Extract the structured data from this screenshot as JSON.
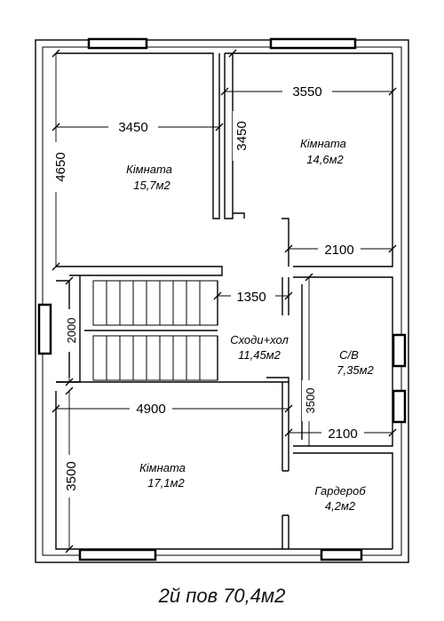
{
  "plan": {
    "caption": "2й пов 70,4м2",
    "rooms": {
      "room_top_left": {
        "name": "Кімната",
        "area": "15,7м2"
      },
      "room_top_right": {
        "name": "Кімната",
        "area": "14,6м2"
      },
      "stairs_hall": {
        "name": "Сходи+хол",
        "area": "11,45м2"
      },
      "bathroom": {
        "name": "С/В",
        "area": "7,35м2"
      },
      "room_bottom": {
        "name": "Кімната",
        "area": "17,1м2"
      },
      "wardrobe": {
        "name": "Гардероб",
        "area": "4,2м2"
      }
    },
    "dimensions": {
      "top_left_width": "3450",
      "top_left_height": "4650",
      "top_right_width": "3550",
      "top_right_height": "3450",
      "hall_wall_2100_upper": "2100",
      "hall_width": "1350",
      "stair_left_height": "2000",
      "bath_height": "3500",
      "bottom_width": "4900",
      "hall_wall_2100_lower": "2100",
      "bottom_height": "3500"
    }
  }
}
